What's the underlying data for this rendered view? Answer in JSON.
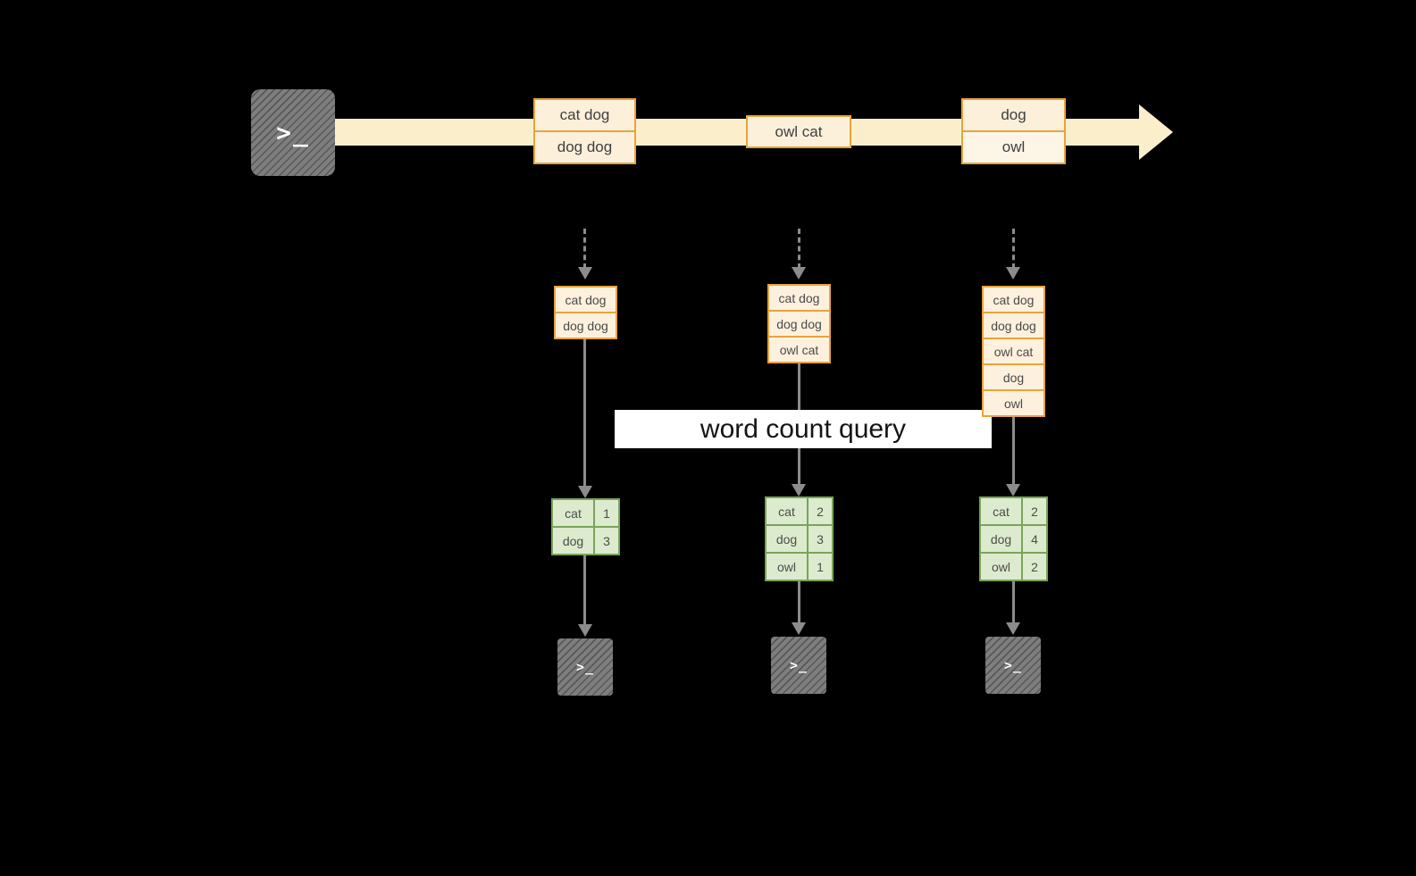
{
  "icons": {
    "prompt": ">_"
  },
  "stream": {
    "events": [
      {
        "line1": "cat dog",
        "line2": "dog dog"
      },
      {
        "line1": "owl cat"
      },
      {
        "line1": "dog",
        "line2": "owl"
      }
    ]
  },
  "stacks": [
    {
      "items": [
        "cat dog",
        "dog dog"
      ]
    },
    {
      "items": [
        "cat dog",
        "dog dog",
        "owl cat"
      ]
    },
    {
      "items": [
        "cat dog",
        "dog dog",
        "owl cat",
        "dog",
        "owl"
      ]
    }
  ],
  "banner": {
    "label": "word count query"
  },
  "tables": [
    {
      "rows": [
        {
          "word": "cat",
          "count": "1"
        },
        {
          "word": "dog",
          "count": "3"
        }
      ]
    },
    {
      "rows": [
        {
          "word": "cat",
          "count": "2"
        },
        {
          "word": "dog",
          "count": "3"
        },
        {
          "word": "owl",
          "count": "1"
        }
      ]
    },
    {
      "rows": [
        {
          "word": "cat",
          "count": "2"
        },
        {
          "word": "dog",
          "count": "4"
        },
        {
          "word": "owl",
          "count": "2"
        }
      ]
    }
  ],
  "colors": {
    "background": "#000000",
    "stream_band": "#fbefcb",
    "box_border": "#e8a33d",
    "box_fill": "#fdf1dd",
    "table_border": "#79a45a",
    "table_fill": "#dcebcd",
    "arrow": "#8c8c8c",
    "terminal": "#7e7e7e",
    "banner_bg": "#ffffff"
  }
}
